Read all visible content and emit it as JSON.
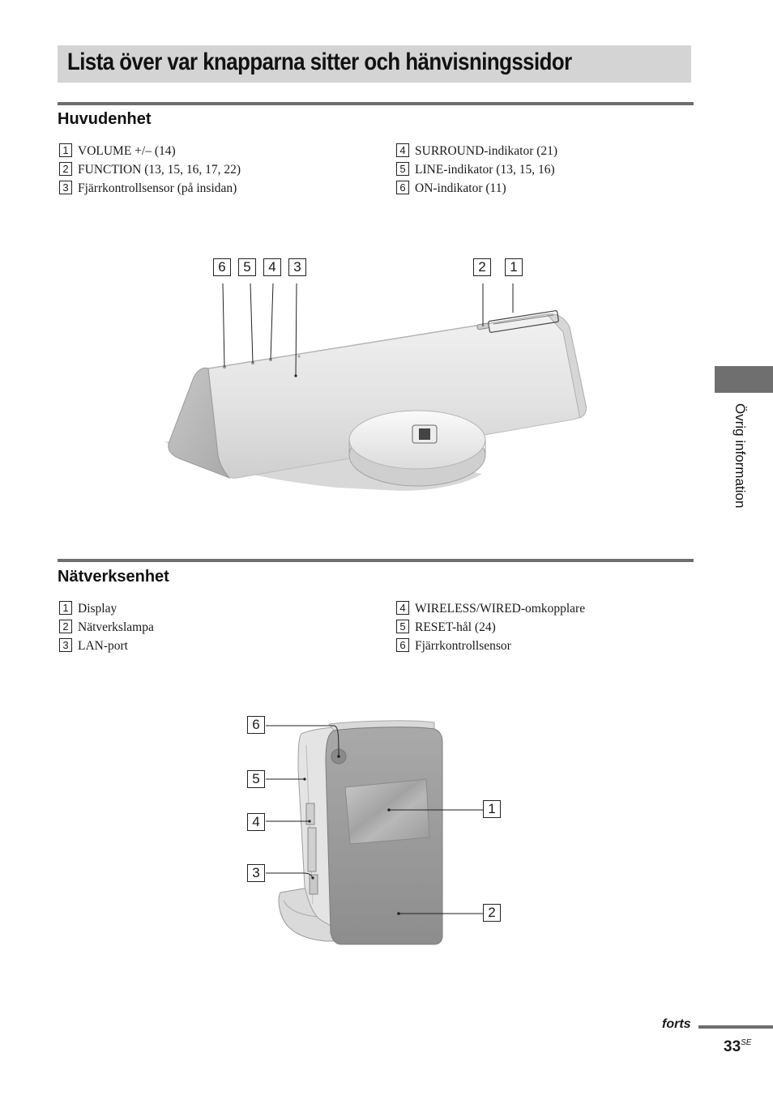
{
  "page": {
    "title": "Lista över var knapparna sitter och hänvisningssidor",
    "side_tab_label": "Övrig information",
    "footer": {
      "continued": "forts",
      "page_number": "33",
      "page_suffix": "SE"
    }
  },
  "main_unit": {
    "heading": "Huvudenhet",
    "left_items": [
      {
        "num": "1",
        "text": "VOLUME +/– (14)"
      },
      {
        "num": "2",
        "text": "FUNCTION (13, 15, 16, 17, 22)"
      },
      {
        "num": "3",
        "text": "Fjärrkontrollsensor (på insidan)"
      }
    ],
    "right_items": [
      {
        "num": "4",
        "text": "SURROUND-indikator (21)"
      },
      {
        "num": "5",
        "text": "LINE-indikator (13, 15, 16)"
      },
      {
        "num": "6",
        "text": "ON-indikator (11)"
      }
    ],
    "callouts": [
      "6",
      "5",
      "4",
      "3",
      "2",
      "1"
    ]
  },
  "network_unit": {
    "heading": "Nätverksenhet",
    "left_items": [
      {
        "num": "1",
        "text": "Display"
      },
      {
        "num": "2",
        "text": "Nätverkslampa"
      },
      {
        "num": "3",
        "text": "LAN-port"
      }
    ],
    "right_items": [
      {
        "num": "4",
        "text": "WIRELESS/WIRED-omkopplare"
      },
      {
        "num": "5",
        "text": "RESET-hål (24)"
      },
      {
        "num": "6",
        "text": "Fjärrkontrollsensor"
      }
    ],
    "callouts": [
      "6",
      "5",
      "4",
      "3",
      "1",
      "2"
    ]
  }
}
